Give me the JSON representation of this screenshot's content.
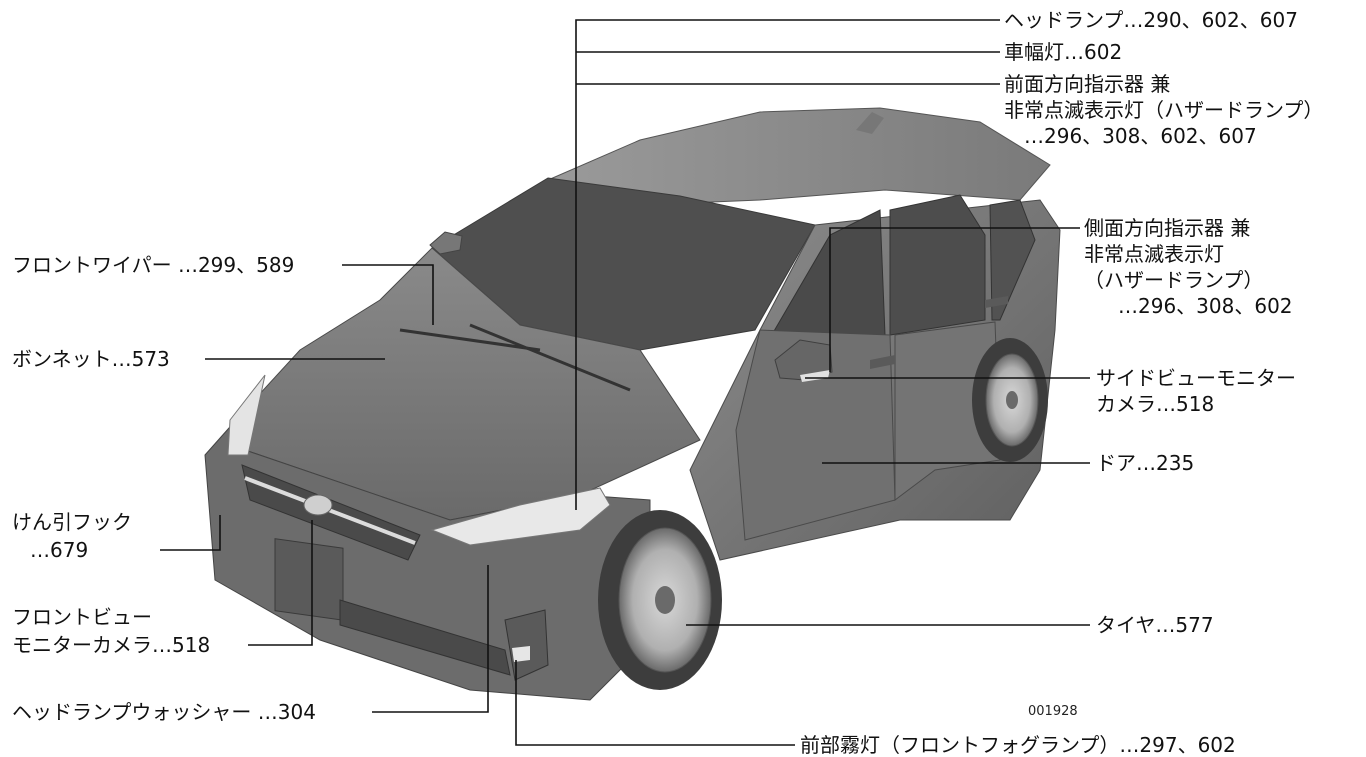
{
  "figure_code": "001928",
  "labels": {
    "headlamp": "ヘッドランプ…290、602、607",
    "clearance_lamp": "車幅灯…602",
    "front_turn_l1": "前面方向指示器 兼",
    "front_turn_l2": "非常点滅表示灯（ハザードランプ）",
    "front_turn_l3": "…296、308、602、607",
    "side_turn_l1": "側面方向指示器 兼",
    "side_turn_l2": "非常点滅表示灯",
    "side_turn_l3": "（ハザードランプ）",
    "side_turn_l4": "…296、308、602",
    "side_view_l1": "サイドビューモニター",
    "side_view_l2": "カメラ…518",
    "door": "ドア…235",
    "tire": "タイヤ…577",
    "front_fog": "前部霧灯（フロントフォグランプ）…297、602",
    "headlamp_washer": "ヘッドランプウォッシャー …304",
    "front_view_l1": "フロントビュー",
    "front_view_l2": "モニターカメラ…518",
    "tow_hook_l1": "けん引フック",
    "tow_hook_l2": "…679",
    "bonnet": "ボンネット…573",
    "front_wiper": "フロントワイパー …299、589"
  },
  "colors": {
    "body_dark": "#6e6e6e",
    "body_mid": "#8a8a8a",
    "body_light": "#a2a2a2",
    "glass": "#4a4a4a",
    "lamp": "#e6e6e6",
    "leader": "#111111"
  }
}
